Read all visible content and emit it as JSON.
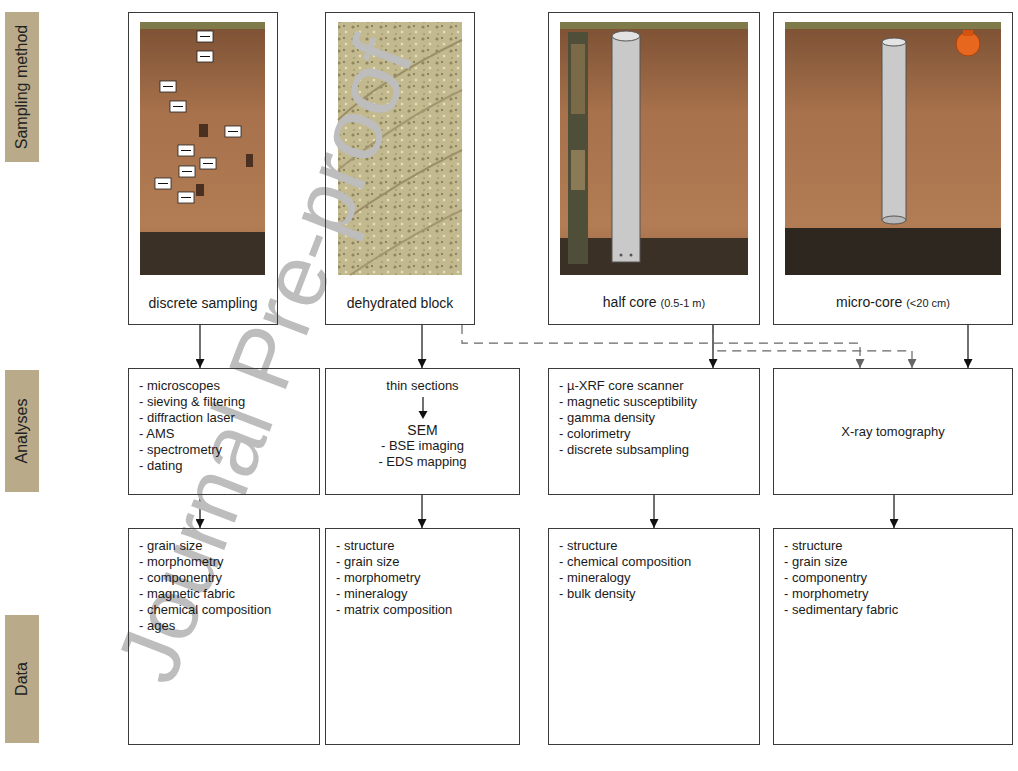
{
  "diagram": {
    "nodes": [
      {
        "text": [
          "Sampling method"
        ]
      },
      {
        "text": [
          "discrete sampling"
        ]
      },
      {
        "text": [
          "dehydrated block"
        ]
      },
      {
        "text": [
          "half core",
          "(0.5-1 m)"
        ]
      },
      {
        "text": [
          "micro-core",
          "(<20 cm)"
        ]
      },
      {
        "text": [
          "Analyses"
        ]
      },
      {
        "text": [
          "- microscopes",
          "- sieving & filtering",
          "- diffraction laser",
          "- AMS",
          "- spectrometry",
          "- dating"
        ]
      },
      {
        "text": [
          "thin sections",
          "SEM",
          "- BSE imaging",
          "- EDS mapping"
        ]
      },
      {
        "text": [
          "- µ-XRF core scanner",
          "- magnetic susceptibility",
          "- gamma density",
          "- colorimetry",
          "- discrete subsampling"
        ]
      },
      {
        "text": [
          "X-ray tomography"
        ]
      },
      {
        "text": [
          "Data"
        ]
      },
      {
        "text": [
          "- grain size",
          "- morphometry",
          "- componentry",
          "- magnetic fabric",
          "- chemical composition",
          "- ages"
        ]
      },
      {
        "text": [
          "- structure",
          "- grain size",
          "- morphometry",
          "- mineralogy",
          "- matrix composition"
        ]
      },
      {
        "text": [
          "- structure",
          "- chemical composition",
          "- mineralogy",
          "- bulk density"
        ]
      },
      {
        "text": [
          "- structure",
          "- grain size",
          "- componentry",
          "- morphometry",
          "- sedimentary fabric"
        ]
      }
    ],
    "edges": [
      {
        "from": 1,
        "to": 6,
        "arrow": "to"
      },
      {
        "from": 2,
        "to": 7,
        "arrow": "to"
      },
      {
        "from": 2,
        "to": 9,
        "arrow": "to"
      },
      {
        "from": 3,
        "to": 8,
        "arrow": "to"
      },
      {
        "from": 3,
        "to": 9,
        "arrow": "to"
      },
      {
        "from": 4,
        "to": 9,
        "arrow": "to"
      },
      {
        "from": 6,
        "to": 11,
        "arrow": "to"
      },
      {
        "from": 7,
        "to": 12,
        "arrow": "to"
      },
      {
        "from": 8,
        "to": 13,
        "arrow": "to"
      },
      {
        "from": 9,
        "to": 14,
        "arrow": "to"
      }
    ],
    "labels": [
      "Journal Pre-proof"
    ]
  }
}
